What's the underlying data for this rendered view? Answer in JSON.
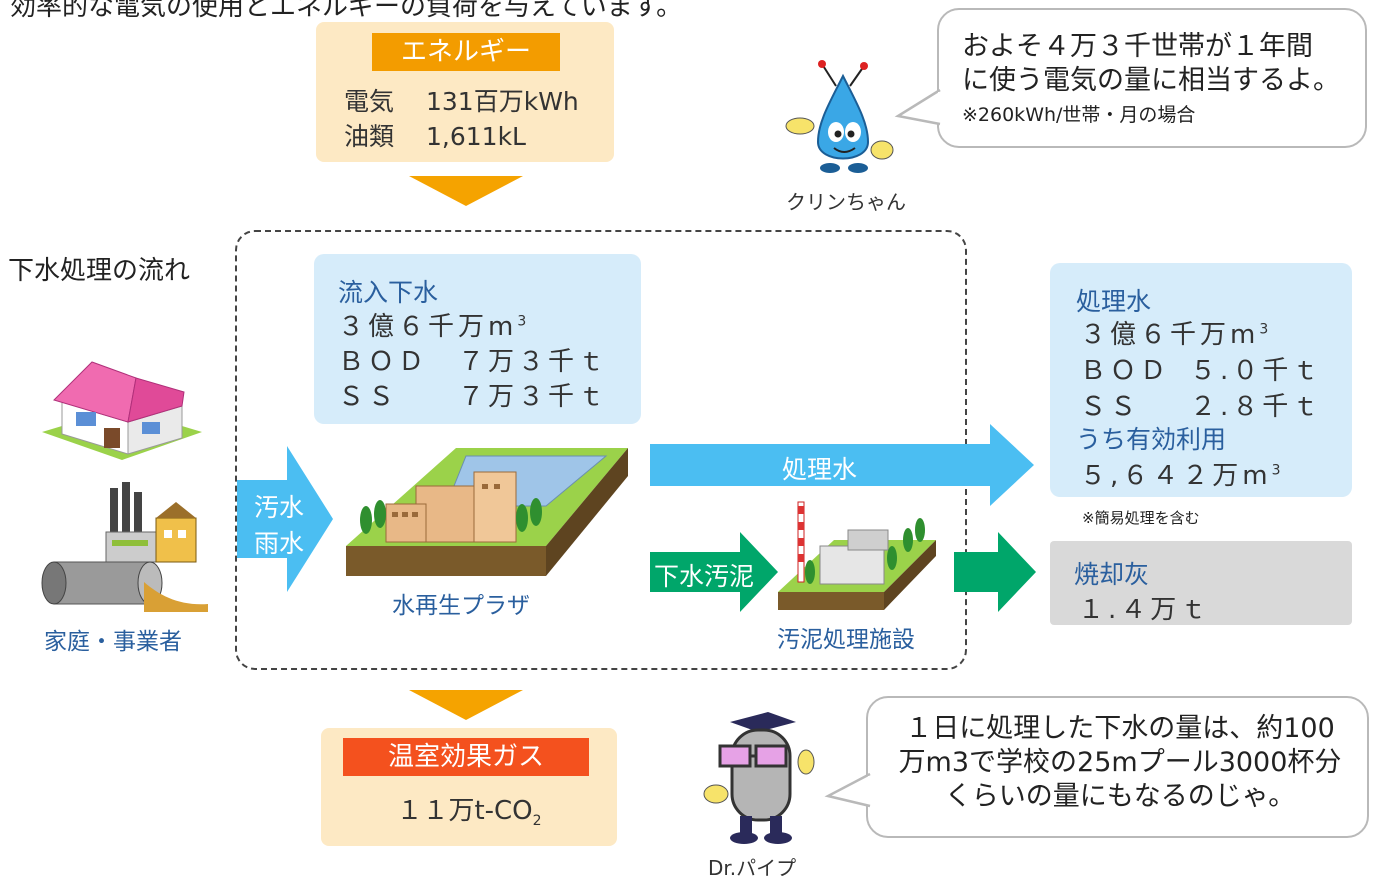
{
  "top_cut_text": "効率的な電気の使用とエネルギーの負荷を与えています。",
  "energy": {
    "label": "エネルギー",
    "rows": [
      {
        "key": "電気",
        "value": "131百万kWh"
      },
      {
        "key": "油類",
        "value": "1,611kL"
      }
    ]
  },
  "kurin": {
    "name": "クリンちゃん",
    "bubble_line1": "およそ４万３千世帯が１年間",
    "bubble_line2": "に使う電気の量に相当するよ。",
    "bubble_note": "※260kWh/世帯・月の場合"
  },
  "flow_title": "下水処理の流れ",
  "influent": {
    "title": "流入下水",
    "volume": "３億６千万m",
    "volume_sup": "3",
    "bod_label": "ＢＯＤ",
    "bod_value": "７万３千ｔ",
    "ss_label": "ＳＳ",
    "ss_value": "７万３千ｔ"
  },
  "sources_caption": "家庭・事業者",
  "inflow_arrow": {
    "line1": "汚水",
    "line2": "雨水"
  },
  "plaza_caption": "水再生プラザ",
  "treated_arrow": "処理水",
  "sludge_arrow": "下水汚泥",
  "sludge_caption": "汚泥処理施設",
  "treated": {
    "title": "処理水",
    "volume": "３億６千万m",
    "volume_sup": "3",
    "bod_label": "ＢＯＤ",
    "bod_value": "５.０千ｔ",
    "ss_label": "ＳＳ",
    "ss_value": "２.８千ｔ",
    "reuse_title": "うち有効利用",
    "reuse_value": "５,６４２万m",
    "reuse_sup": "3",
    "note": "※簡易処理を含む"
  },
  "ash": {
    "title": "焼却灰",
    "value": "１.４万ｔ"
  },
  "ghg": {
    "label": "温室効果ガス",
    "value": "１１万t-CO",
    "value_sub": "2"
  },
  "drpipe": {
    "name": "Dr.パイプ",
    "bubble_line1": "１日に処理した下水の量は、約100",
    "bubble_line2": "万m3で学校の25mプール3000杯分",
    "bubble_line3": "くらいの量にもなるのじゃ。"
  },
  "colors": {
    "energy_bg": "#fde9c4",
    "energy_tag": "#f39c00",
    "ghg_tag": "#f4511e",
    "water_blue": "#4bbef2",
    "sludge_green": "#00a66a",
    "box_blue": "#d6ecfa",
    "ash_gray": "#d9d9d9",
    "down_arrow": "#f5a300"
  }
}
